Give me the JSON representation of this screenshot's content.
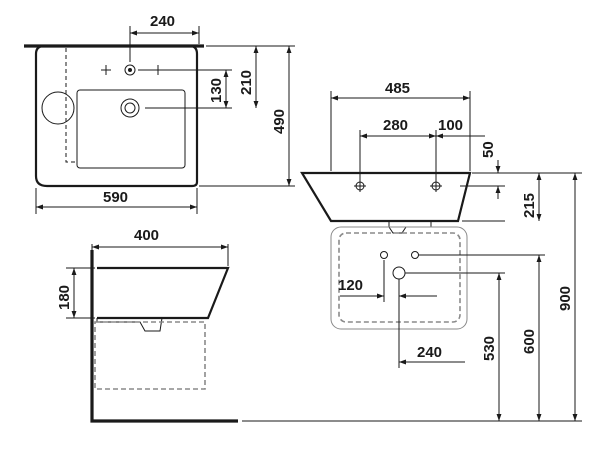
{
  "top_view": {
    "dim_width": "590",
    "dim_depth": "490",
    "dim_tap_spacing": "240",
    "dim_hole_130": "130",
    "dim_hole_210": "210"
  },
  "side_view": {
    "dim_depth": "400",
    "dim_height": "180"
  },
  "front_view": {
    "dim_overall": "485",
    "dim_280": "280",
    "dim_100": "100",
    "dim_50": "50",
    "dim_215": "215",
    "dim_120": "120",
    "dim_240": "240",
    "dim_530": "530",
    "dim_600": "600",
    "dim_900": "900"
  }
}
